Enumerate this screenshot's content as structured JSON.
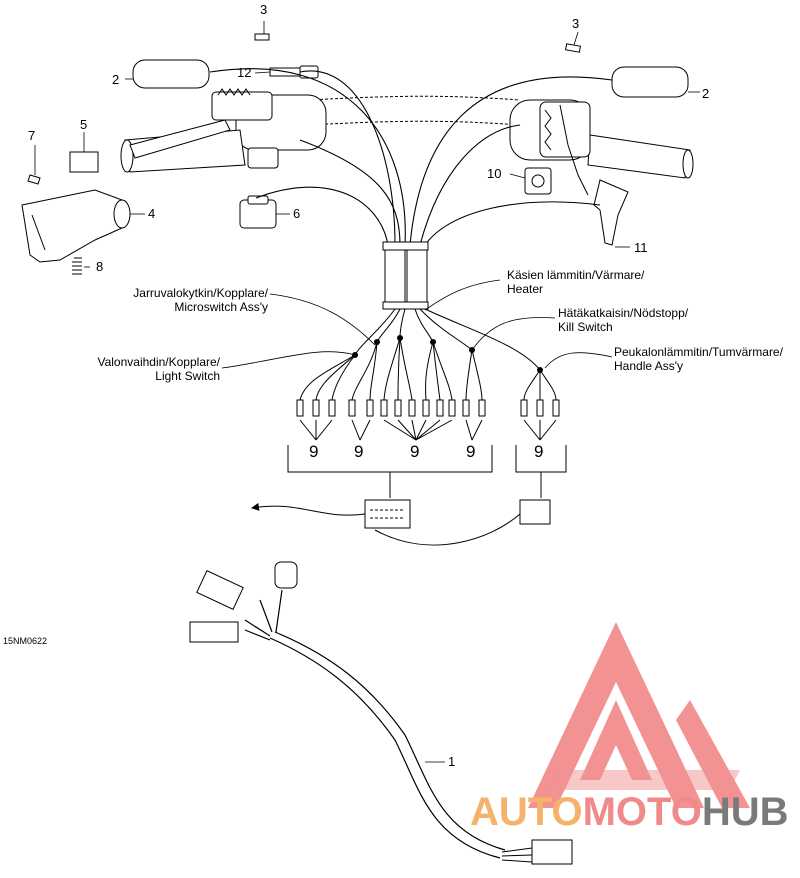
{
  "diagram_code": "15NM0622",
  "callouts": {
    "c1": "1",
    "c2_left": "2",
    "c2_right": "2",
    "c3_left": "3",
    "c3_right": "3",
    "c4": "4",
    "c5": "5",
    "c6": "6",
    "c7": "7",
    "c8": "8",
    "c9_a": "9",
    "c9_b": "9",
    "c9_c": "9",
    "c9_d": "9",
    "c9_e": "9",
    "c10": "10",
    "c11": "11",
    "c12": "12"
  },
  "labels": {
    "heater": [
      "Käsien lämmitin/Värmare/",
      "Heater"
    ],
    "brake_switch": [
      "Jarruvalokytkin/Kopplare/",
      "Microswitch Ass'y"
    ],
    "kill_switch": [
      "Hätäkatkaisin/Nödstopp/",
      "Kill Switch"
    ],
    "light_switch": [
      "Valonvaihdin/Kopplare/",
      "Light Switch"
    ],
    "thumb_warmer": [
      "Peukalonlämmitin/Tumvärmare/",
      "Handle Ass'y"
    ]
  },
  "watermark": {
    "part1": "AUTO",
    "part2": "MOTO",
    "part3": "HUB",
    "colors": {
      "auto": "#f4b26b",
      "moto": "#f08a8a",
      "hub": "#7a7a7a",
      "logo": "#f08080"
    }
  }
}
